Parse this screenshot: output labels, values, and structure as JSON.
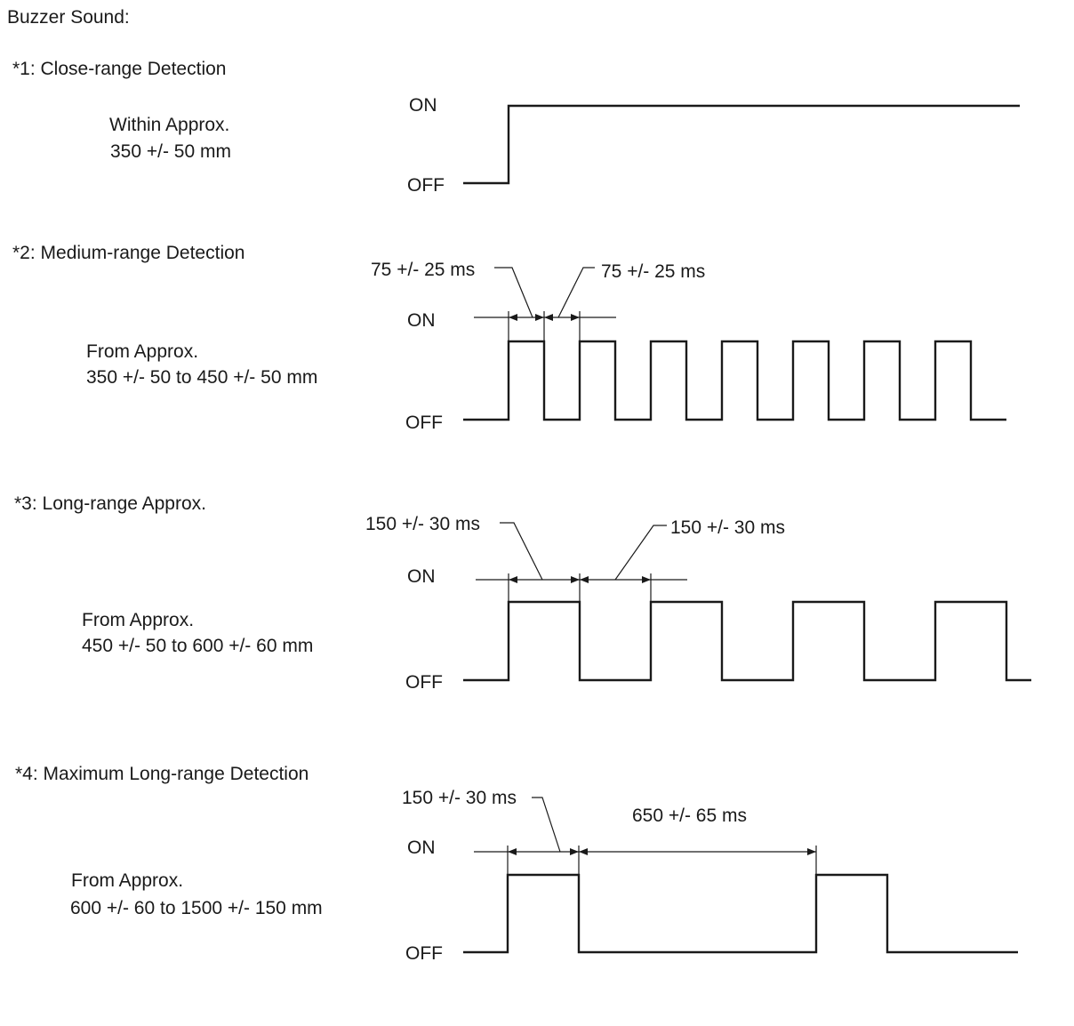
{
  "title": "Buzzer Sound:",
  "on_label": "ON",
  "off_label": "OFF",
  "sections": [
    {
      "heading": "*1: Close-range Detection",
      "range_line1": "Within Approx.",
      "range_line2": "350 +/- 50 mm",
      "pattern": "continuous"
    },
    {
      "heading": "*2: Medium-range Detection",
      "range_line1": "From Approx.",
      "range_line2": "350 +/- 50 to 450 +/- 50 mm",
      "pattern": "pulse",
      "on_time_label": "75 +/- 25 ms",
      "off_time_label": "75 +/- 25 ms",
      "on_time_ms": 75,
      "off_time_ms": 75
    },
    {
      "heading": "*3: Long-range Approx.",
      "range_line1": "From Approx.",
      "range_line2": "450 +/- 50 to 600 +/- 60 mm",
      "pattern": "pulse",
      "on_time_label": "150 +/- 30 ms",
      "off_time_label": "150 +/- 30 ms",
      "on_time_ms": 150,
      "off_time_ms": 150
    },
    {
      "heading": "*4: Maximum Long-range Detection",
      "range_line1": "From Approx.",
      "range_line2": "600 +/- 60 to 1500 +/- 150 mm",
      "pattern": "pulse",
      "on_time_label": "150 +/- 30 ms",
      "off_time_label": "650 +/- 65 ms",
      "on_time_ms": 150,
      "off_time_ms": 650
    }
  ]
}
